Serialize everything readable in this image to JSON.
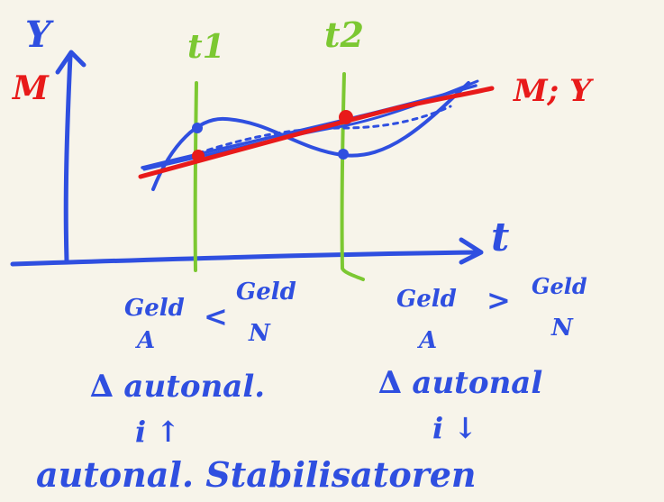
{
  "colors": {
    "background": "#f7f4ea",
    "axis": "#2f4fe0",
    "money": "#e81a1a",
    "time_marker": "#7cc832",
    "annotation": "#2f4fe0"
  },
  "axes": {
    "y_label_top": "Y",
    "y_label_red": "M",
    "x_label": "t"
  },
  "markers": {
    "t1": "t1",
    "t2": "t2"
  },
  "curve_label": "M; Y",
  "notes": {
    "left": {
      "geld_a": "Geld",
      "sub_a": "A",
      "relation": "<",
      "geld_n": "Geld",
      "sub_n": "N",
      "line1": "∆ autonal.",
      "line2": "i ↑"
    },
    "right": {
      "geld_a": "Geld",
      "sub_a": "A",
      "relation": ">",
      "geld_n": "Geld",
      "sub_n": "N",
      "line1": "∆ autonal",
      "line2": "i ↓"
    },
    "bottom": "autonal. Stabilisatoren"
  }
}
